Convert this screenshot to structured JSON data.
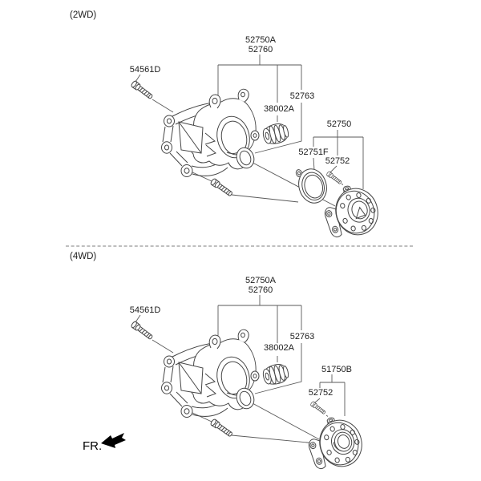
{
  "page": {
    "background": "#ffffff",
    "line_color": "#464646",
    "leader_color": "#5a5a5a",
    "text_color": "#1c1c1c",
    "divider_style": "dashed"
  },
  "sections": [
    {
      "name": "2wd",
      "variant_label": "(2WD)",
      "labels": {
        "assembly_top": "52750A",
        "assembly_bottom": "52760",
        "knuckle_bolt": "54561D",
        "bearing": "52763",
        "bushing": "38002A",
        "hub_assembly": "52750",
        "seal": "52751F",
        "hub_bolt": "52752"
      }
    },
    {
      "name": "4wd",
      "variant_label": "(4WD)",
      "labels": {
        "assembly_top": "52750A",
        "assembly_bottom": "52760",
        "knuckle_bolt": "54561D",
        "bearing": "52763",
        "bushing": "38002A",
        "hub_assembly": "51750B",
        "hub_bolt": "52752"
      }
    }
  ],
  "front_indicator": {
    "label": "FR.",
    "arrow_direction": "down-left"
  }
}
